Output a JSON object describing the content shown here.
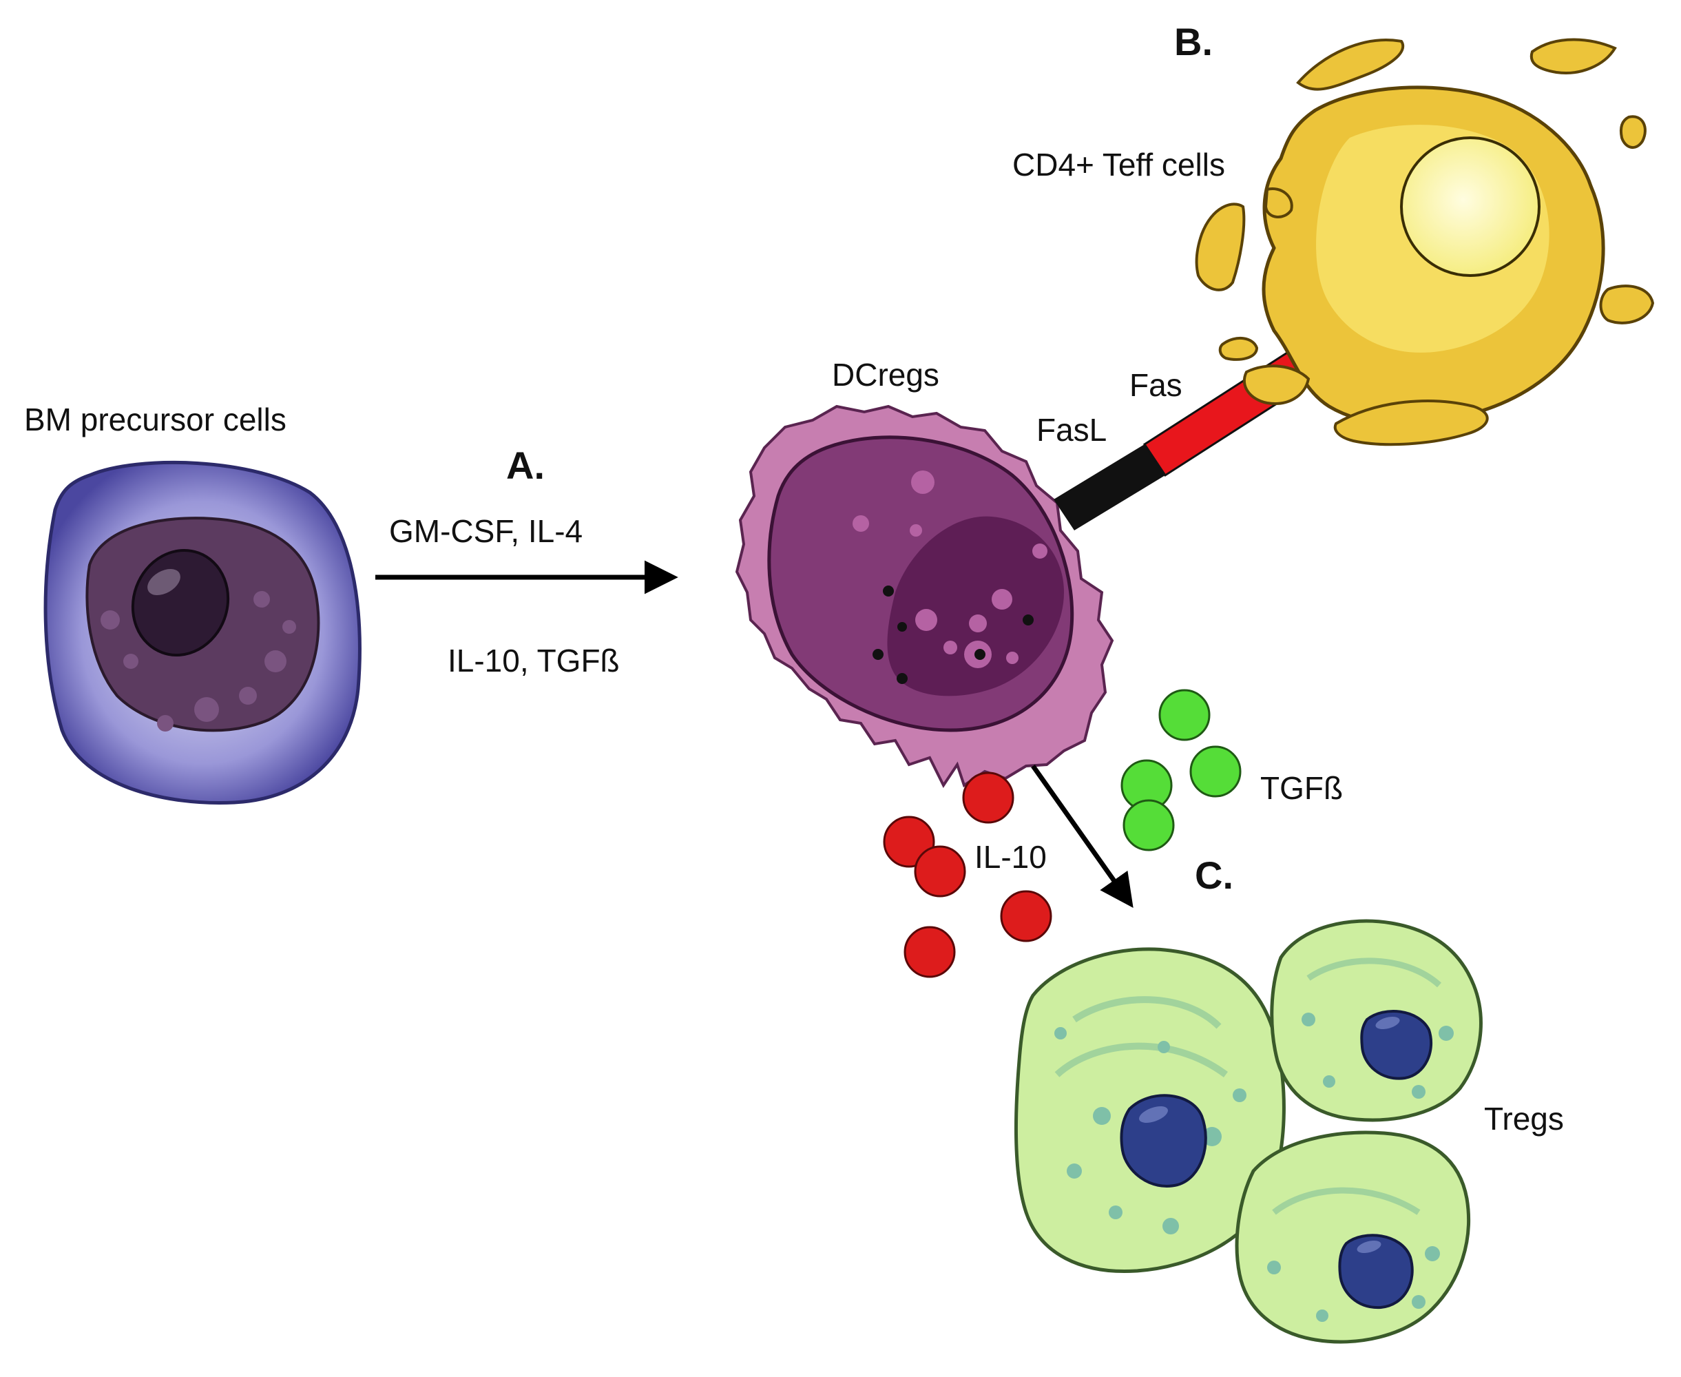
{
  "labels": {
    "bm_precursor": "BM precursor cells",
    "step_a": "A.",
    "gmcsf_il4": "GM-CSF, IL-4",
    "il10_tgfb_a": "IL-10, TGFß",
    "dcregs": "DCregs",
    "step_b": "B.",
    "cd4_teff": "CD4+ Teff cells",
    "fas": "Fas",
    "fasl": "FasL",
    "tgfb": "TGFß",
    "il10": "IL-10",
    "step_c": "C.",
    "tregs": "Tregs"
  },
  "colors": {
    "bm_outer": "#5856a8",
    "bm_nucleus": "#5a3a5e",
    "dc_body": "#c77eb0",
    "dc_nucleus": "#6e2f63",
    "teff_body": "#ecc43a",
    "fas": "#e8161c",
    "fasl": "#111111",
    "il10_dot": "#dd1c1c",
    "tgfb_dot": "#55dd38",
    "treg_body": "#cdeea0",
    "treg_nucleus": "#2d3f8a"
  }
}
